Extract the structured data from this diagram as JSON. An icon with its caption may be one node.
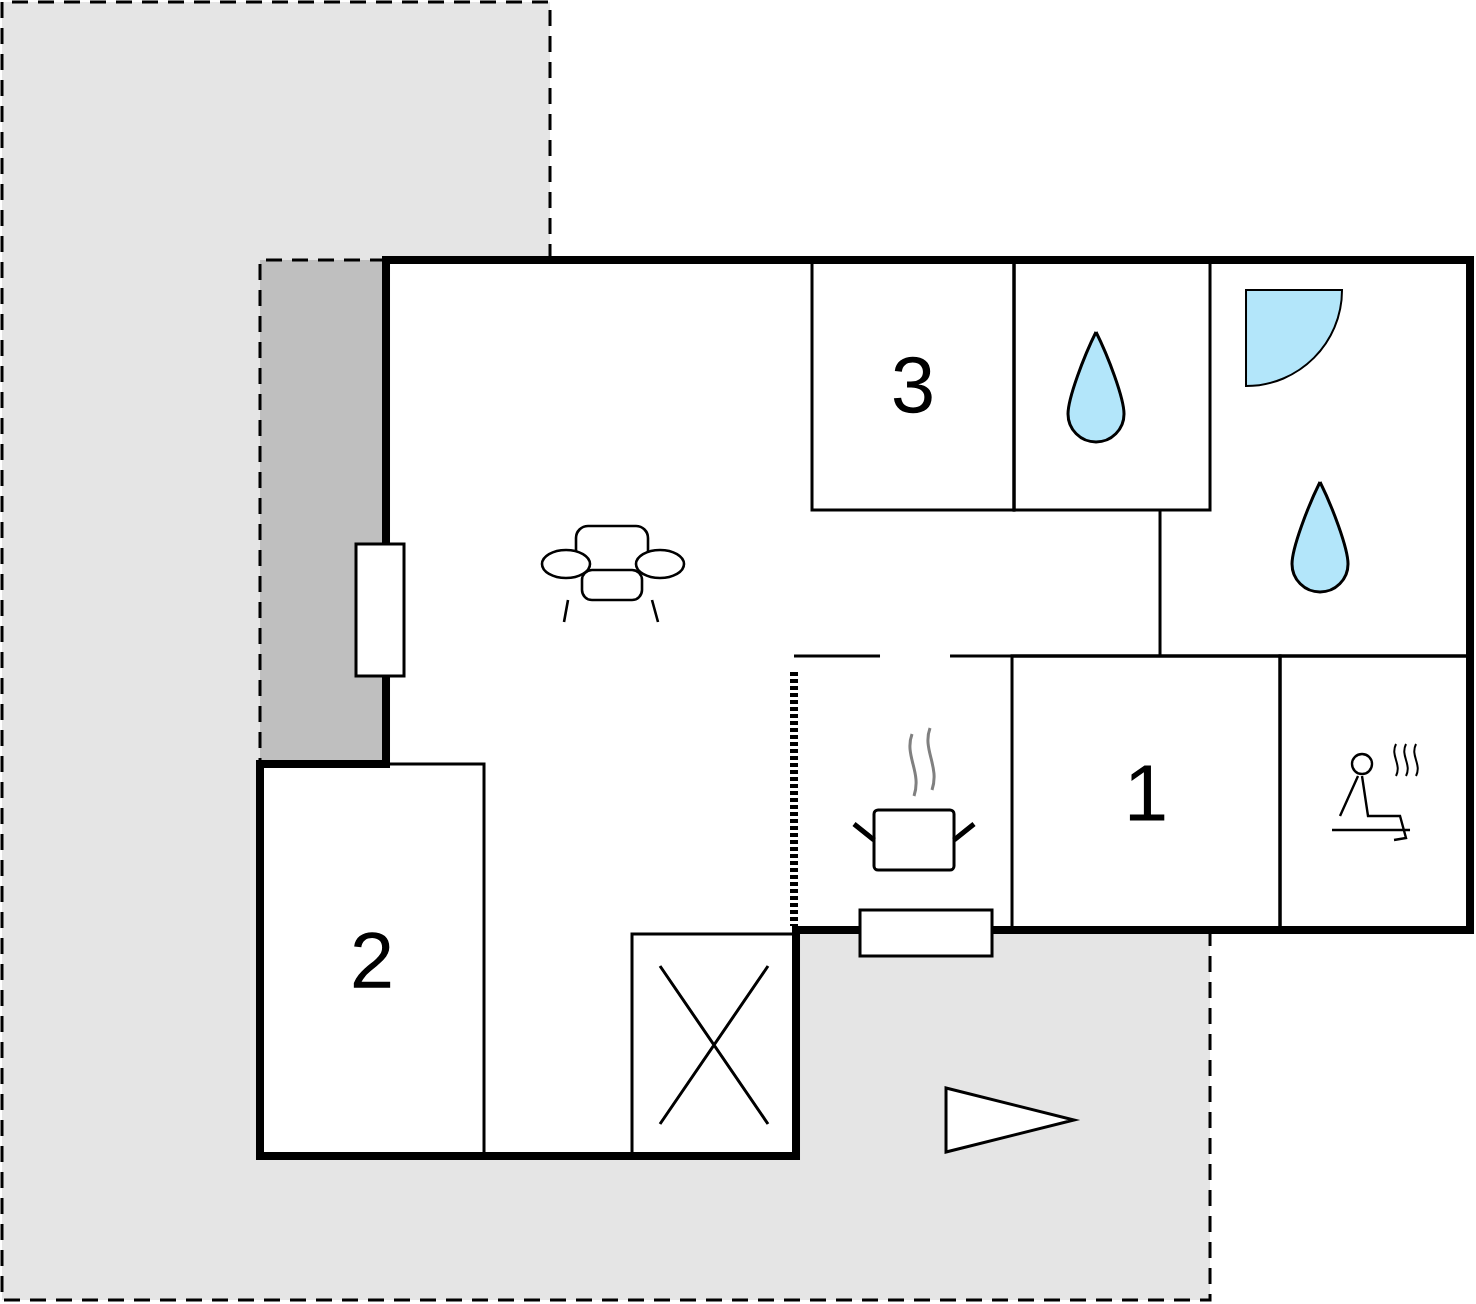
{
  "diagram": {
    "nodes": [
      {
        "text": [
          "3"
        ]
      },
      {
        "text": [],
        "shape": "box"
      },
      {
        "text": [
          "1"
        ]
      },
      {
        "text": [],
        "shape": "box"
      },
      {
        "text": [
          "2"
        ]
      }
    ]
  }
}
